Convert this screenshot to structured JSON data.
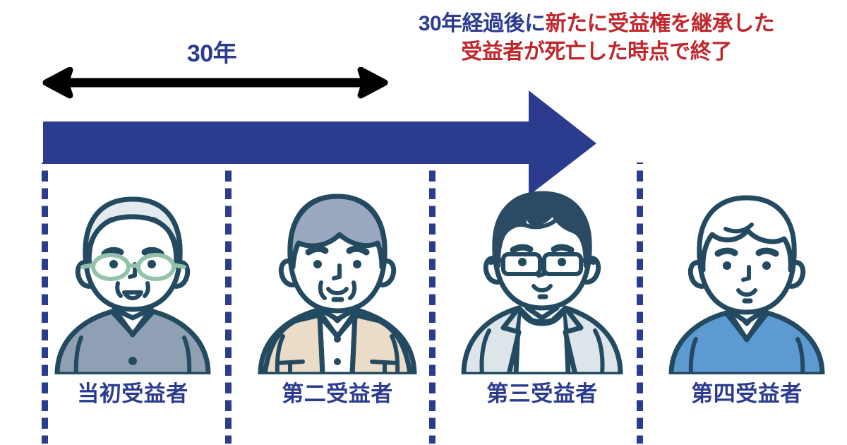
{
  "headline": {
    "line1_blue": "30年経過後に",
    "line1_red": "新たに受益権を継承した",
    "line2_red": "受益者が死亡した時点で終了"
  },
  "span": {
    "label": "30年"
  },
  "timeline": {
    "arrow_color": "#2b3c8f",
    "measure_arrow_color": "#000000",
    "divider_color": "#2b3c8f"
  },
  "people": [
    {
      "label": "当初受益者",
      "art": "elderly-man-glasses-cardigan",
      "hair_color": "#e8ecef",
      "clothing_color": "#8fa0b4",
      "glasses_color": "#92c0a8"
    },
    {
      "label": "第二受益者",
      "art": "older-man-vest",
      "hair_color": "#9aa9c0",
      "clothing_color": "#ebdcc7",
      "glasses_color": ""
    },
    {
      "label": "第三受益者",
      "art": "man-glasses-jacket",
      "hair_color": "#2b4a63",
      "clothing_color": "#dde5ea",
      "glasses_color": "#234а60"
    },
    {
      "label": "第四受益者",
      "art": "young-man-vneck",
      "hair_color": "#ffffff",
      "clothing_color": "#5e9ad2",
      "glasses_color": ""
    }
  ],
  "colors": {
    "navy": "#2b3c8f",
    "red": "#c0272d",
    "outline": "#234a60",
    "black": "#000000"
  }
}
